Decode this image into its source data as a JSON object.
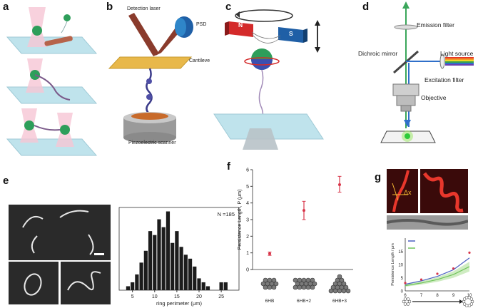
{
  "panels": {
    "a": {
      "letter": "a"
    },
    "b": {
      "letter": "b",
      "labels": {
        "laser": "Detection laser",
        "psd": "PSD",
        "cantilever": "Cantileve",
        "scanner": "Piezoelectric scanner"
      }
    },
    "c": {
      "letter": "c",
      "labels": {
        "north": "N",
        "south": "S"
      }
    },
    "d": {
      "letter": "d",
      "labels": {
        "emission": "Emission filter",
        "dichroic": "Dichroic mirror",
        "light": "Light source",
        "excitation": "Excitation filter",
        "objective": "Objective"
      }
    },
    "e": {
      "letter": "e"
    },
    "f": {
      "letter": "f"
    },
    "g": {
      "letter": "g",
      "labels": {
        "dx": "Δx",
        "ylabel": "Persistence Length / μm"
      }
    }
  },
  "colors": {
    "substrate": "#bfe3ec",
    "trap": "#f6c6d4",
    "bead": "#2e9e5a",
    "plot_red": "#d8364a",
    "bar": "#1c1c1c",
    "fluor": "#e8372c"
  },
  "chart_data": [
    {
      "type": "bar",
      "panel": "e",
      "xlabel": "ring perimeter (μm)",
      "ylabel": "",
      "annotation": "N =185",
      "x_ticks": [
        5,
        10,
        15,
        20,
        25
      ],
      "bin_centers": [
        4,
        5,
        6,
        7,
        8,
        9,
        10,
        11,
        12,
        13,
        14,
        15,
        16,
        17,
        18,
        19,
        20,
        21,
        22,
        23,
        24,
        25,
        26
      ],
      "values": [
        1,
        2,
        4,
        7,
        10,
        15,
        14,
        18,
        16,
        20,
        12,
        15,
        11,
        9,
        8,
        6,
        3,
        2,
        1,
        0,
        0,
        2,
        2
      ],
      "xlim": [
        2,
        29
      ]
    },
    {
      "type": "scatter",
      "panel": "f",
      "ylabel": "Persistence Length, P (μm)",
      "categories": [
        "6HB",
        "6HB+2",
        "6HB+3"
      ],
      "y_ticks": [
        0,
        1,
        2,
        3,
        4,
        5,
        6
      ],
      "ylim": [
        0,
        6
      ],
      "values": [
        0.95,
        3.55,
        5.1
      ],
      "err_low": [
        0.85,
        3.0,
        4.65
      ],
      "err_high": [
        1.05,
        4.1,
        5.6
      ]
    },
    {
      "type": "line",
      "panel": "g",
      "ylabel": "Persistence Length / μm",
      "x": [
        6,
        7,
        8,
        9,
        10
      ],
      "x_ticks": [
        6,
        7,
        8,
        9,
        10
      ],
      "y_ticks": [
        0,
        5,
        10,
        15
      ],
      "ylim": [
        0,
        20
      ],
      "series": [
        {
          "values": [
            2.5,
            3.8,
            5.5,
            8.0,
            12.5
          ],
          "color": "#4a5fc1"
        },
        {
          "values": [
            2.0,
            3.0,
            4.3,
            6.2,
            9.2
          ],
          "color": "#6fc35a"
        }
      ],
      "points": [
        3.0,
        4.3,
        6.5,
        8.5,
        14.5
      ]
    }
  ]
}
